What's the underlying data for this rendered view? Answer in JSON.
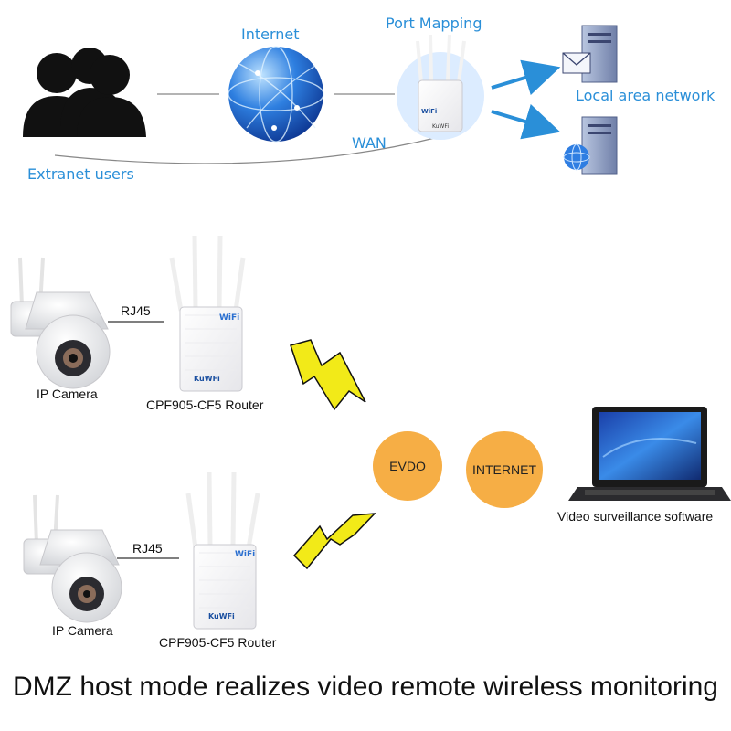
{
  "network_top": {
    "extranet_users": "Extranet users",
    "internet": "Internet",
    "port_mapping": "Port Mapping",
    "wan": "WAN",
    "local_area_network": "Local area network"
  },
  "devices": {
    "router_brand": "KuWFi",
    "router_logo": "WiFi",
    "setups": [
      {
        "link_label": "RJ45",
        "camera_label": "IP Camera",
        "router_label": "CPF905-CF5 Router"
      },
      {
        "link_label": "RJ45",
        "camera_label": "IP Camera",
        "router_label": "CPF905-CF5 Router"
      }
    ]
  },
  "cloud": {
    "evdo": "EVDO",
    "internet": "INTERNET"
  },
  "laptop_label": "Video surveillance software",
  "caption": "DMZ host mode realizes video remote wireless monitoring",
  "colors": {
    "accent_blue": "#2a8fd8",
    "bubble_orange": "#f6ae45",
    "lightning_yellow": "#f2ea18"
  }
}
